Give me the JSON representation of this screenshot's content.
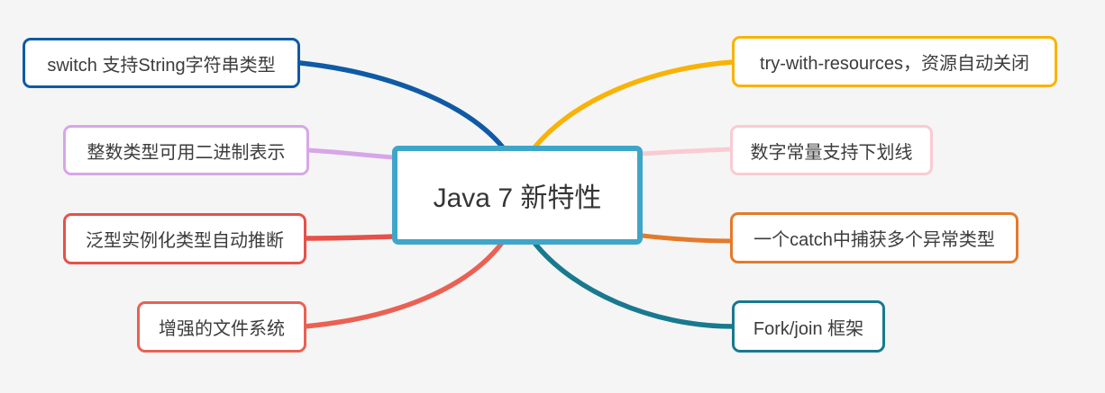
{
  "background": "#f5f5f5",
  "root": {
    "label": "Java 7 新特性",
    "color": "#3fa6c9"
  },
  "branches": [
    {
      "key": "switch-string",
      "side": "left",
      "label": "switch 支持String字符串类型",
      "color": "#0f5aa6"
    },
    {
      "key": "binary-literal",
      "side": "left",
      "label": "整数类型可用二进制表示",
      "color": "#d7a6e8"
    },
    {
      "key": "generic-inference",
      "side": "left",
      "label": "泛型实例化类型自动推断",
      "color": "#e65149"
    },
    {
      "key": "file-system",
      "side": "left",
      "label": "增强的文件系统",
      "color": "#ea6154"
    },
    {
      "key": "try-with-resources",
      "side": "right",
      "label": "try-with-resources，资源自动关闭",
      "color": "#f9b306"
    },
    {
      "key": "underscore-literal",
      "side": "right",
      "label": "数字常量支持下划线",
      "color": "#f9cbd3"
    },
    {
      "key": "multi-catch",
      "side": "right",
      "label": "一个catch中捕获多个异常类型",
      "color": "#e37a2b"
    },
    {
      "key": "fork-join",
      "side": "right",
      "label": "Fork/join 框架",
      "color": "#18798f"
    }
  ]
}
